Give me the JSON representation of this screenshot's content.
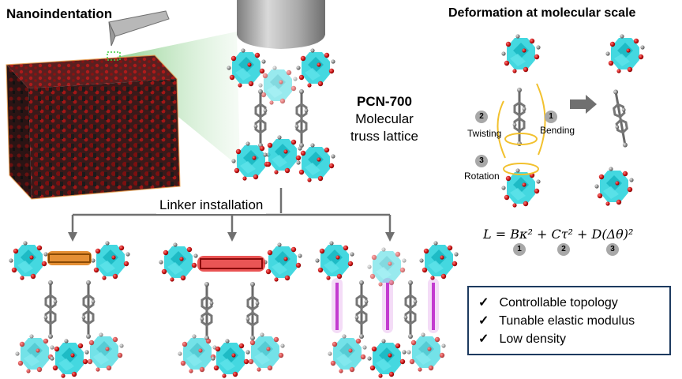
{
  "colors": {
    "node_cyan": "#2ad3dc",
    "oxygen_red": "#d01818",
    "linker_gray": "#8a8a8a",
    "orange_linker": "#e07b10",
    "red_linker": "#e52a2a",
    "magenta_linker": "#c33bd0",
    "arrow_gray": "#707070",
    "box_border": "#1d3a5f",
    "accent_yellow": "#f2c12e"
  },
  "panels": {
    "nanoindentation_title": "Nanoindentation",
    "pcn_name": "PCN-700",
    "pcn_desc_line1": "Molecular",
    "pcn_desc_line2": "truss lattice",
    "deformation_title": "Deformation at molecular scale",
    "linker_installation": "Linker installation"
  },
  "modes": [
    {
      "num": "1",
      "label": "Bending"
    },
    {
      "num": "2",
      "label": "Twisting"
    },
    {
      "num": "3",
      "label": "Rotation"
    }
  ],
  "equation": {
    "text": "L = Bκ² + Cτ² + D(Δθ)²",
    "term_numbers": [
      "1",
      "2",
      "3"
    ]
  },
  "properties": [
    {
      "mark": "✓",
      "text": "Controllable topology"
    },
    {
      "mark": "✓",
      "text": "Tunable elastic modulus"
    },
    {
      "mark": "✓",
      "text": "Low density"
    }
  ]
}
